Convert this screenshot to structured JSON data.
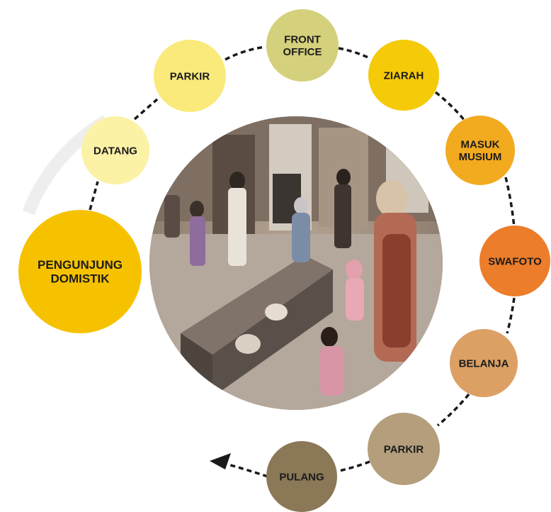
{
  "diagram": {
    "center_photo": {
      "icon": "museum-visitors-photo",
      "description_visible": false
    },
    "nodes": [
      {
        "id": "pengunjung",
        "lines": [
          "PENGUNJUNG",
          "DOMISTIK"
        ],
        "color": "#F6C200"
      },
      {
        "id": "datang",
        "lines": [
          "DATANG"
        ],
        "color": "#FBF2A6"
      },
      {
        "id": "parkir-1",
        "lines": [
          "PARKIR"
        ],
        "color": "#FAEA7C"
      },
      {
        "id": "front-office",
        "lines": [
          "FRONT",
          "OFFICE"
        ],
        "color": "#D5D07C"
      },
      {
        "id": "ziarah",
        "lines": [
          "ZIARAH"
        ],
        "color": "#F5CA08"
      },
      {
        "id": "masuk-musium",
        "lines": [
          "MASUK",
          "MUSIUM"
        ],
        "color": "#F2AA1E"
      },
      {
        "id": "swafoto",
        "lines": [
          "SWAFOTO"
        ],
        "color": "#EC7D2B"
      },
      {
        "id": "belanja",
        "lines": [
          "BELANJA"
        ],
        "color": "#DCA065"
      },
      {
        "id": "parkir-2",
        "lines": [
          "PARKIR"
        ],
        "color": "#B49E7C"
      },
      {
        "id": "pulang",
        "lines": [
          "PULANG"
        ],
        "color": "#8B7857"
      }
    ],
    "connector": {
      "style": "dashed",
      "color": "#1a1a1a",
      "end_arrow": "arrow-left-icon"
    }
  }
}
